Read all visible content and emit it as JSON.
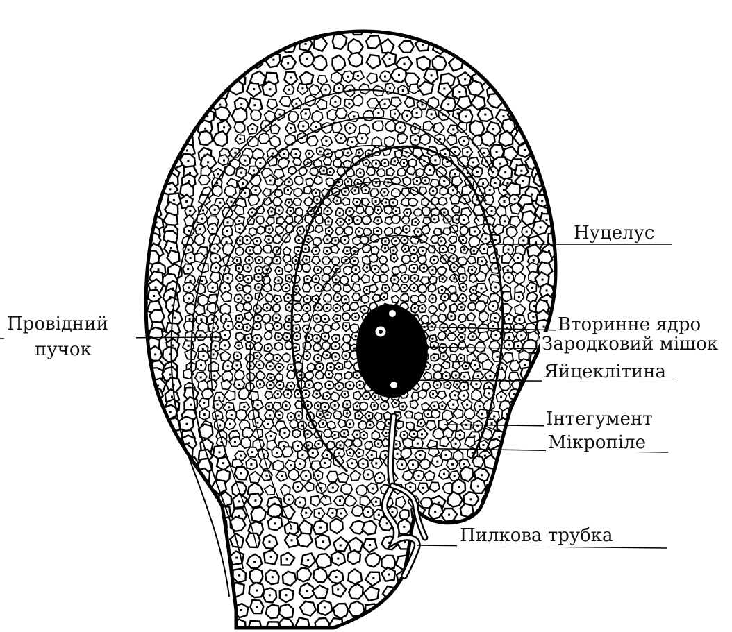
{
  "labels": {
    "nucellus": "Нуцелус",
    "secondary_nucleus": "Вторинне ядро",
    "embryo_sac": "Зародковий мішок",
    "egg_cell": "Яйцеклітина",
    "integument": "Інтегумент",
    "micropyle": "Мікропіле",
    "vascular_bundle_line1": "Провідний",
    "vascular_bundle_line2": "пучок",
    "pollen_tube": "Пилкова трубка"
  },
  "colors": {
    "ink": "#000000",
    "paper": "#ffffff"
  }
}
